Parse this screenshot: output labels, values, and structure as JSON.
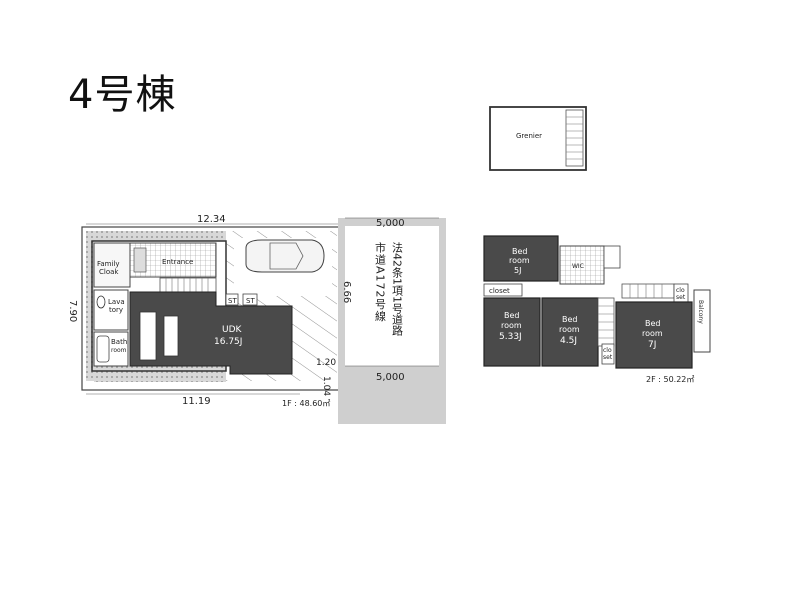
{
  "title": "4号棟",
  "floor1": {
    "top_width": "12.34",
    "bottom_width": "11.19",
    "left_dim": "7.90",
    "family_cloak": [
      "Family",
      "Cloak"
    ],
    "entrance": "Entrance",
    "lavatory": [
      "Lava",
      "tory"
    ],
    "bath": [
      "Bath",
      "room"
    ],
    "st1": "ST",
    "st2": "ST",
    "udk": "UDK",
    "udk_size": "16.75J",
    "area": "1F : 48.60㎡"
  },
  "road": {
    "width_top": "5,000",
    "width_bottom": "5,000",
    "name_col1": "市道A172号線",
    "name_col2": "法42条1項1号道路",
    "depth_dim": "6.66",
    "dim_120": "1.20",
    "dim_104": "1.04"
  },
  "attic": {
    "label": "Grenier"
  },
  "floor2": {
    "bed1": [
      "Bed",
      "room",
      "5J"
    ],
    "wic": "WIC",
    "closet": "closet",
    "bed2": [
      "Bed",
      "room",
      "5.33J"
    ],
    "bed3": [
      "Bed",
      "room",
      "4.5J"
    ],
    "bed4": [
      "Bed",
      "room",
      "7J"
    ],
    "closet_a": [
      "clo",
      "set"
    ],
    "closet_b": [
      "clo",
      "set"
    ],
    "balcony": "Balcony",
    "area": "2F : 50.22㎡"
  }
}
